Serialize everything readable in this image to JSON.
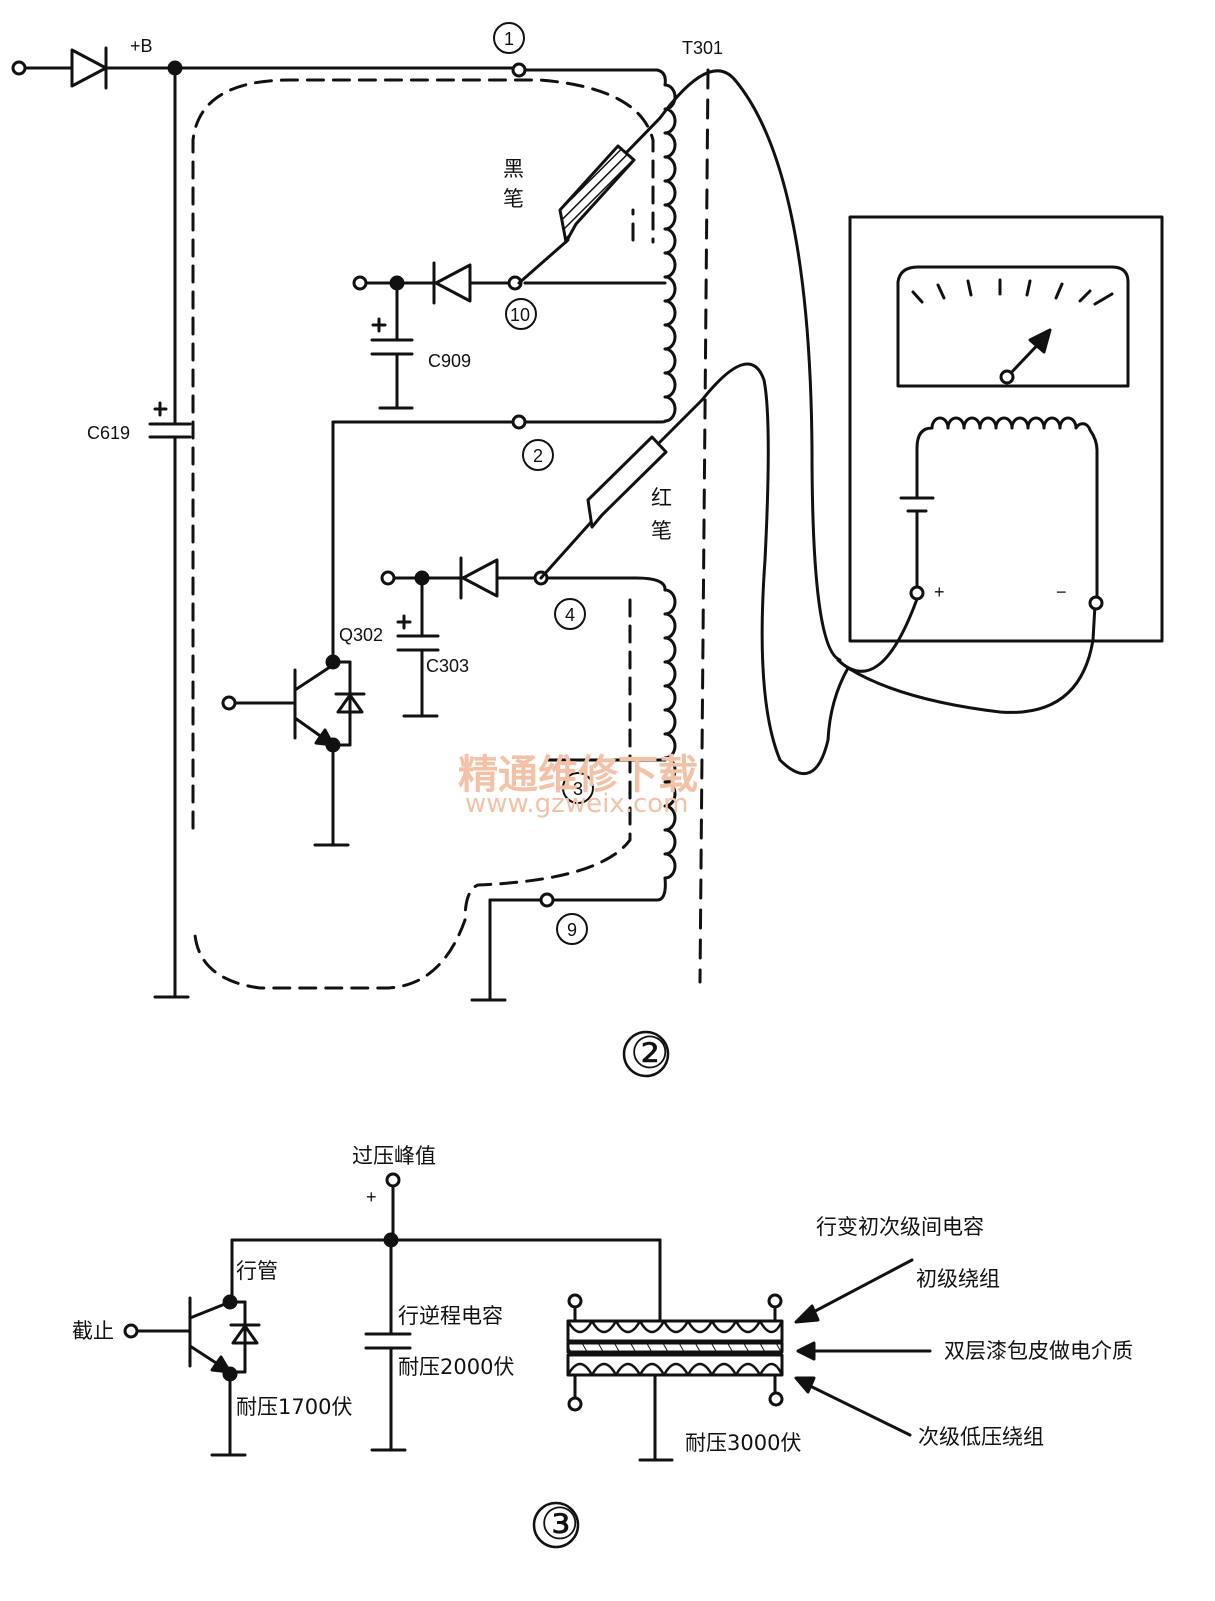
{
  "diagram2": {
    "caption": "②",
    "labels": {
      "supply": "+B",
      "transformer": "T301",
      "pin1": "1",
      "pin2": "2",
      "pin3": "3",
      "pin4": "4",
      "pin9": "9",
      "pin10": "10",
      "black_probe": "黑笔",
      "black_probe_1": "黑",
      "black_probe_2": "笔",
      "red_probe_1": "红",
      "red_probe_2": "笔",
      "c619": "C619",
      "c909": "C909",
      "c303": "C303",
      "q302": "Q302",
      "meter_plus": "+",
      "meter_minus": "−"
    }
  },
  "diagram3": {
    "caption": "③",
    "labels": {
      "overvoltage_peak": "过压峰值",
      "plus": "+",
      "cutoff": "截止",
      "h_tube": "行管",
      "withstand_1700": "耐压1700伏",
      "retrace_cap": "行逆程电容",
      "withstand_2000": "耐压2000伏",
      "withstand_3000": "耐压3000伏",
      "inter_winding_cap": "行变初次级间电容",
      "primary_winding": "初级绕组",
      "dielectric": "双层漆包皮做电介质",
      "secondary_winding": "次级低压绕组"
    }
  },
  "watermark": {
    "text": "精通维修下载",
    "url": "www.gzweix.com"
  }
}
